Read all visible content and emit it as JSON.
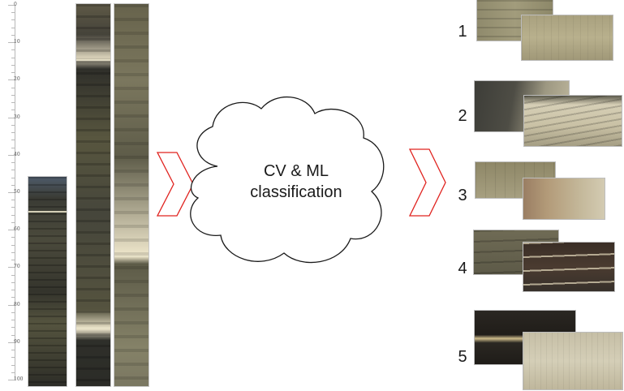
{
  "ruler": {
    "ticks": [
      "0",
      "10",
      "20",
      "30",
      "40",
      "50",
      "60",
      "70",
      "80",
      "90",
      "100"
    ]
  },
  "process": {
    "label_line1": "CV & ML",
    "label_line2": "classification"
  },
  "colors": {
    "arrow": "#e0231f",
    "cloud_stroke": "#1a1a1a",
    "cloud_fill": "#ffffff"
  },
  "classes": [
    {
      "number": "1"
    },
    {
      "number": "2"
    },
    {
      "number": "3"
    },
    {
      "number": "4"
    },
    {
      "number": "5"
    }
  ]
}
